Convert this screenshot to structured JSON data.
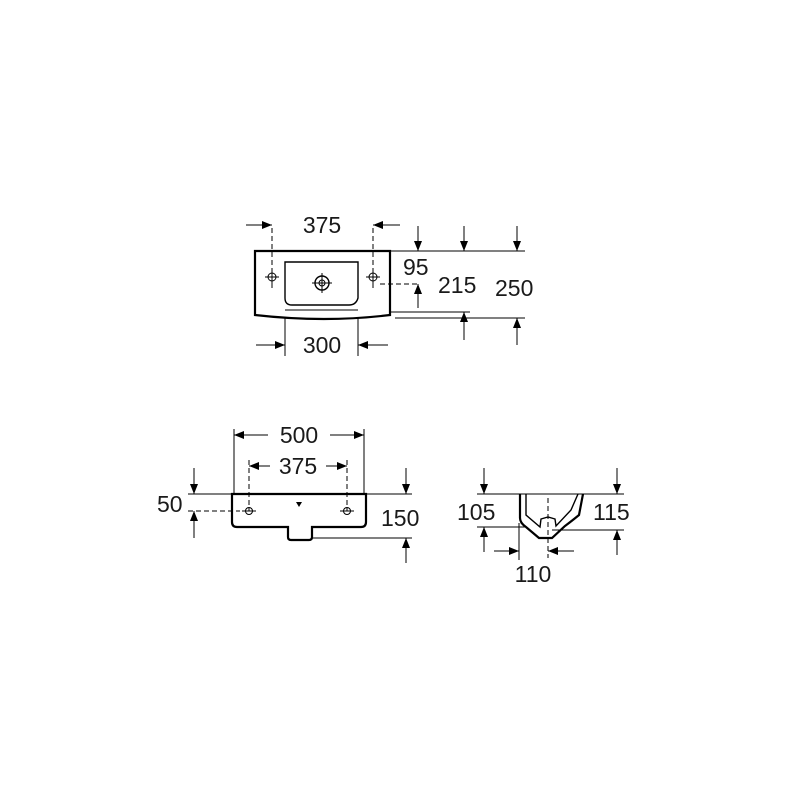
{
  "dimensions": {
    "top_width_outer": "375",
    "top_width_inner": "300",
    "top_tap_offset": "95",
    "top_depth_inner": "215",
    "top_depth_outer": "250",
    "front_width_outer": "500",
    "front_width_holes": "375",
    "front_hole_height": "50",
    "front_height": "150",
    "side_left_height": "105",
    "side_right_height": "115",
    "side_bottom_width": "110"
  }
}
